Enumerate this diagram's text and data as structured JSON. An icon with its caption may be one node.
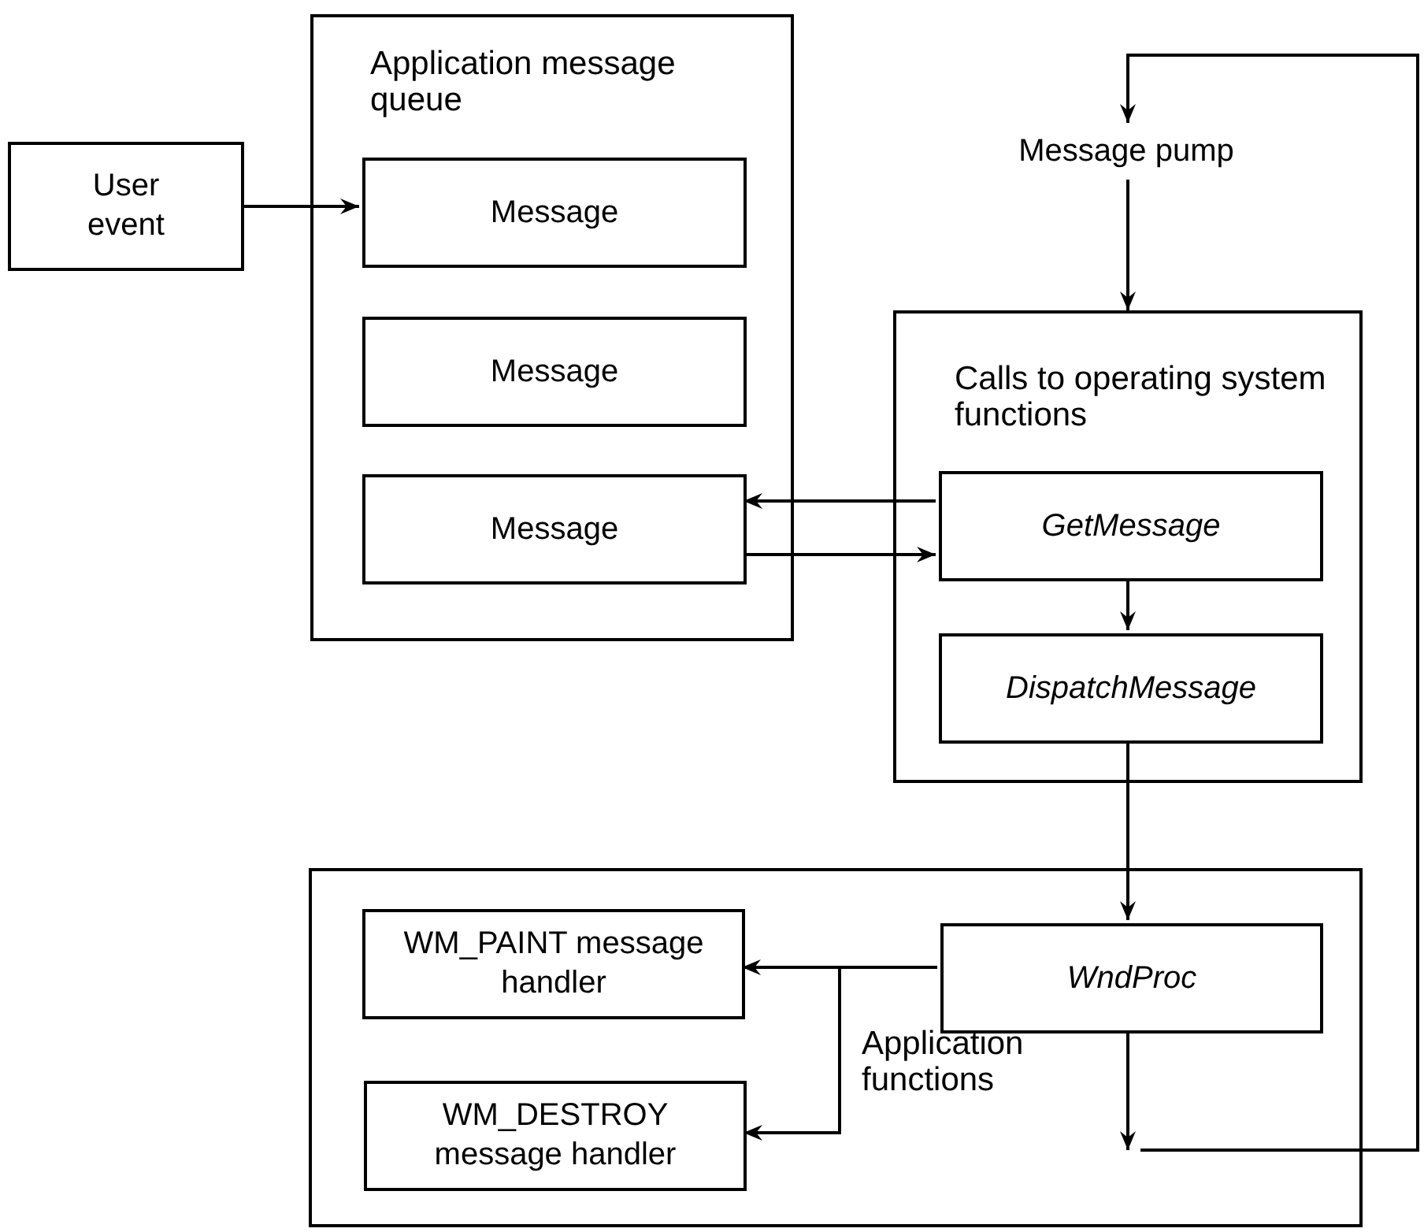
{
  "diagram": {
    "nodes": [
      {
        "text": [
          "User event"
        ]
      },
      {
        "text": [
          "Application message queue"
        ]
      },
      {
        "text": [
          "Message"
        ],
        "in": 1
      },
      {
        "text": [
          "Message"
        ],
        "in": 1
      },
      {
        "text": [
          "Message"
        ],
        "in": 1
      },
      {
        "text": [
          "Message pump"
        ]
      },
      {
        "text": [
          "Calls to operating system functions"
        ]
      },
      {
        "text": [
          "GetMessage"
        ],
        "in": 6
      },
      {
        "text": [
          "DispatchMessage"
        ],
        "in": 6
      },
      {
        "text": [
          "Application functions"
        ]
      },
      {
        "text": [
          "WndProc"
        ],
        "in": 9
      },
      {
        "text": [
          "WM_PAINT message handler"
        ],
        "in": 9
      },
      {
        "text": [
          "WM_DESTROY message handler"
        ],
        "in": 9
      }
    ],
    "edges": [
      {
        "from": 0,
        "to": 2,
        "arrow": "to"
      },
      {
        "from": 7,
        "to": 4,
        "arrow": "to"
      },
      {
        "from": 4,
        "to": 7,
        "arrow": "to"
      },
      {
        "from": 7,
        "to": 8,
        "arrow": "to"
      },
      {
        "from": 5,
        "to": 6,
        "arrow": "to"
      },
      {
        "from": 8,
        "to": 10,
        "arrow": "to"
      },
      {
        "from": 10,
        "to": 11,
        "arrow": "to"
      },
      {
        "from": 10,
        "to": 12,
        "arrow": "to"
      },
      {
        "from": 10,
        "to": null,
        "arrow": "to"
      },
      {
        "from": null,
        "to": 5,
        "arrow": "to"
      }
    ]
  }
}
